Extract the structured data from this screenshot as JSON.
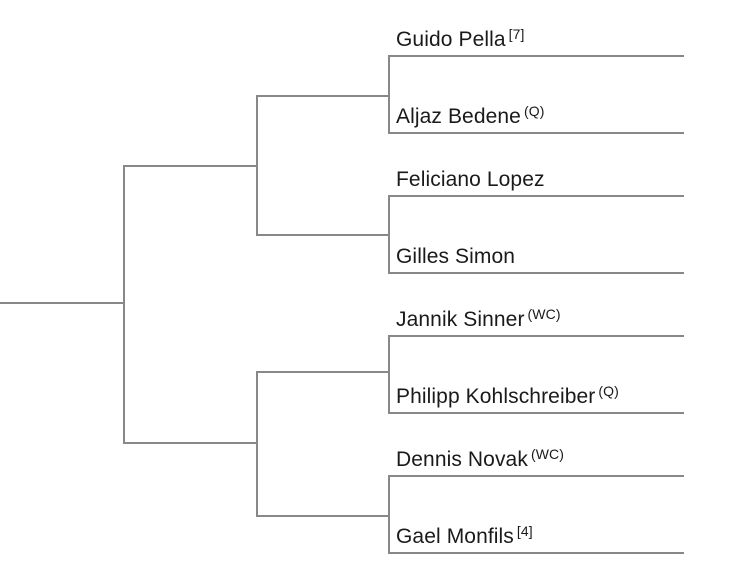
{
  "bracket": {
    "type": "tournament-bracket",
    "rounds": 3,
    "line_color": "#888888",
    "text_color": "#1a1a1a",
    "background": "#ffffff",
    "matches": [
      {
        "id": "match-1",
        "players": [
          {
            "name": "Guido Pella",
            "mark": "[7]"
          },
          {
            "name": "Aljaz Bedene",
            "mark": "(Q)"
          }
        ]
      },
      {
        "id": "match-2",
        "players": [
          {
            "name": "Feliciano Lopez",
            "mark": ""
          },
          {
            "name": "Gilles Simon",
            "mark": ""
          }
        ]
      },
      {
        "id": "match-3",
        "players": [
          {
            "name": "Jannik Sinner",
            "mark": "(WC)"
          },
          {
            "name": "Philipp Kohlschreiber",
            "mark": "(Q)"
          }
        ]
      },
      {
        "id": "match-4",
        "players": [
          {
            "name": "Dennis Novak",
            "mark": "(WC)"
          },
          {
            "name": "Gael Monfils",
            "mark": "[4]"
          }
        ]
      }
    ]
  }
}
